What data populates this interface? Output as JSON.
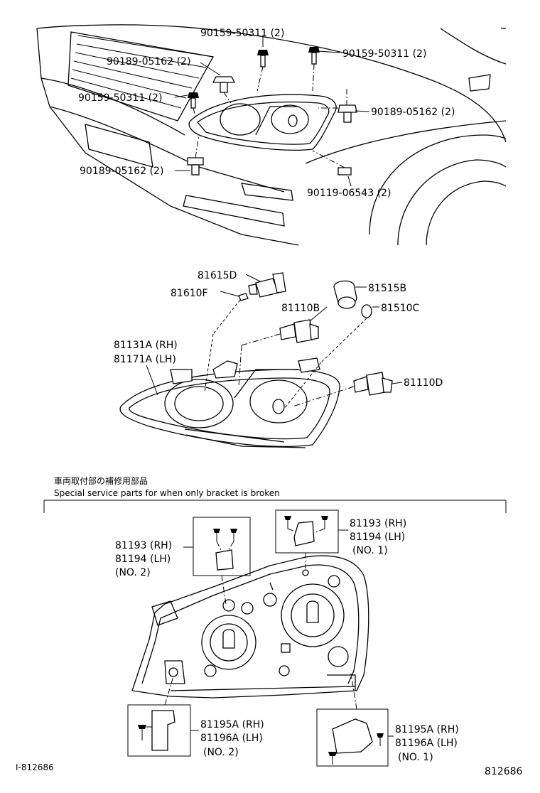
{
  "labels": {
    "p_90159_top": "90159-50311 (2)",
    "p_90159_right": "90159-50311 (2)",
    "p_90189_topleft": "90189-05162 (2)",
    "p_90159_left": "90159-50311 (2)",
    "p_90189_right": "90189-05162 (2)",
    "p_90189_lowerleft": "90189-05162 (2)",
    "p_90119": "90119-06543 (2)",
    "p_81615D": "81615D",
    "p_81610F": "81610F",
    "p_81515B": "81515B",
    "p_81110B": "81110B",
    "p_81510C": "81510C",
    "p_81131A": "81131A (RH)",
    "p_81171A": "81171A (LH)",
    "p_81110D": "81110D",
    "sec_jp": "車両取付部の補修用部品",
    "sec_en": "Special service parts for when only bracket is broken",
    "p_81193_no2": "81193 (RH)",
    "p_81194_no2": "81194 (LH)",
    "p_no2_a": "(NO. 2)",
    "p_81193_no1": "81193 (RH)",
    "p_81194_no1": "81194 (LH)",
    "p_no1_a": "(NO. 1)",
    "p_81195_no2": "81195A (RH)",
    "p_81196_no2": "81196A (LH)",
    "p_no2_b": "(NO. 2)",
    "p_81195_no1": "81195A (RH)",
    "p_81196_no1": "81196A (LH)",
    "p_no1_b": "(NO. 1)",
    "ref_left": "I-812686",
    "ref_right": "812686"
  }
}
